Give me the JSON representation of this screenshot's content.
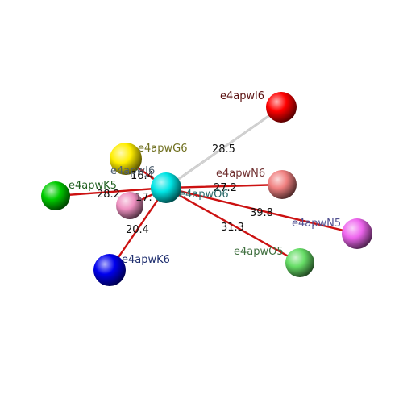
{
  "center": {
    "label": "e4apwO6",
    "color": "#00e5e5"
  },
  "atoms": [
    {
      "id": "l6",
      "label": "e4apwl6",
      "color": "#ff0000",
      "label_color": "#5a1010",
      "distance": "28.5",
      "bond": "dashed"
    },
    {
      "id": "G6",
      "label": "e4apwG6",
      "color": "#ffee00",
      "label_color": "#707020",
      "distance": "16.4",
      "bond": "solid"
    },
    {
      "id": "K5",
      "label": "e4apwK5",
      "color": "#00cc00",
      "label_color": "#206020",
      "distance": "28.2",
      "bond": "solid"
    },
    {
      "id": "J6",
      "label": "e4apwJ6",
      "color": "#ee90c0",
      "label_color": "#506070",
      "distance": "17.",
      "bond": "solid"
    },
    {
      "id": "N6",
      "label": "e4apwN6",
      "color": "#f08080",
      "label_color": "#703030",
      "distance": "27.2",
      "bond": "solid"
    },
    {
      "id": "N5",
      "label": "e4apwN5",
      "color": "#ee66ee",
      "label_color": "#505090",
      "distance": "39.8",
      "bond": "solid"
    },
    {
      "id": "O5",
      "label": "e4apwO5",
      "color": "#66dd66",
      "label_color": "#407040",
      "distance": "31.3",
      "bond": "solid"
    },
    {
      "id": "K6",
      "label": "e4apwK6",
      "color": "#0000ee",
      "label_color": "#203070",
      "distance": "20.4",
      "bond": "solid"
    }
  ]
}
